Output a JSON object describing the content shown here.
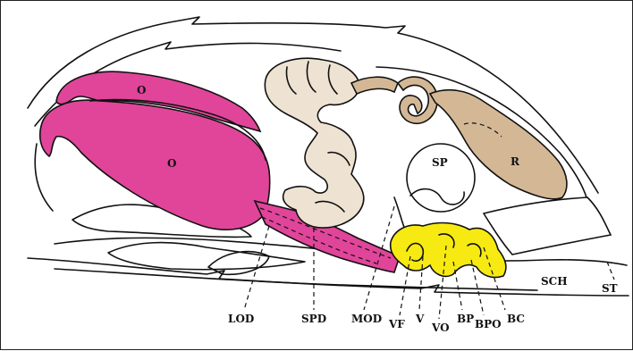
{
  "diagram": {
    "structure_labels": {
      "O_upper": "O",
      "O_lower": "O",
      "SP": "SP",
      "R": "R",
      "SCH": "SCH",
      "ST": "ST"
    },
    "leader_labels": [
      {
        "id": "LOD",
        "text": "LOD"
      },
      {
        "id": "SPD",
        "text": "SPD"
      },
      {
        "id": "MOD",
        "text": "MOD"
      },
      {
        "id": "VF",
        "text": "VF"
      },
      {
        "id": "V",
        "text": "V"
      },
      {
        "id": "VO",
        "text": "VO"
      },
      {
        "id": "BP",
        "text": "BP"
      },
      {
        "id": "BPO",
        "text": "BPO"
      },
      {
        "id": "BC",
        "text": "BC"
      }
    ],
    "colors": {
      "olfactory_magenta": "#e0459a",
      "septal_beige": "#eee3d2",
      "ridge_tan": "#d4b896",
      "vomeronasal_yellow": "#f7ea12",
      "outline": "#111111"
    }
  }
}
